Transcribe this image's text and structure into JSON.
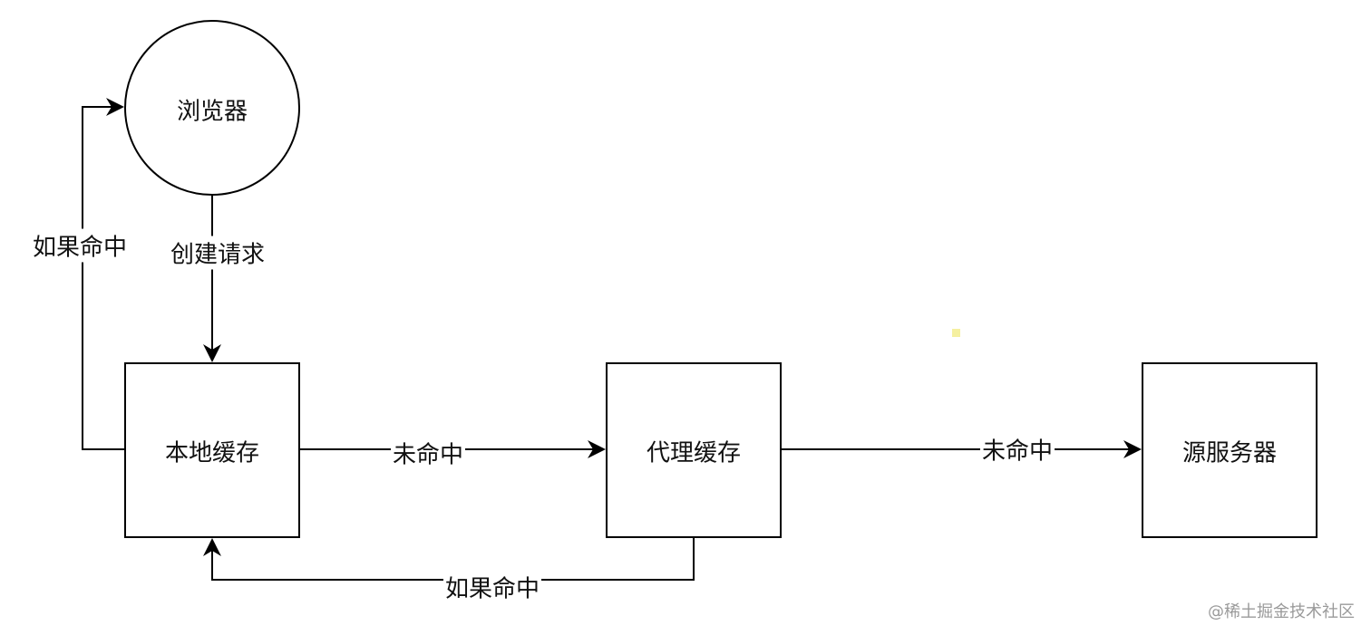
{
  "nodes": {
    "browser": "浏览器",
    "local_cache": "本地缓存",
    "proxy_cache": "代理缓存",
    "origin_server": "源服务器"
  },
  "edges": {
    "create_request": "创建请求",
    "hit_to_browser": "如果命中",
    "miss_local_to_proxy": "未命中",
    "miss_proxy_to_origin": "未命中",
    "hit_proxy_to_local": "如果命中"
  },
  "watermark": "@稀土掘金技术社区"
}
